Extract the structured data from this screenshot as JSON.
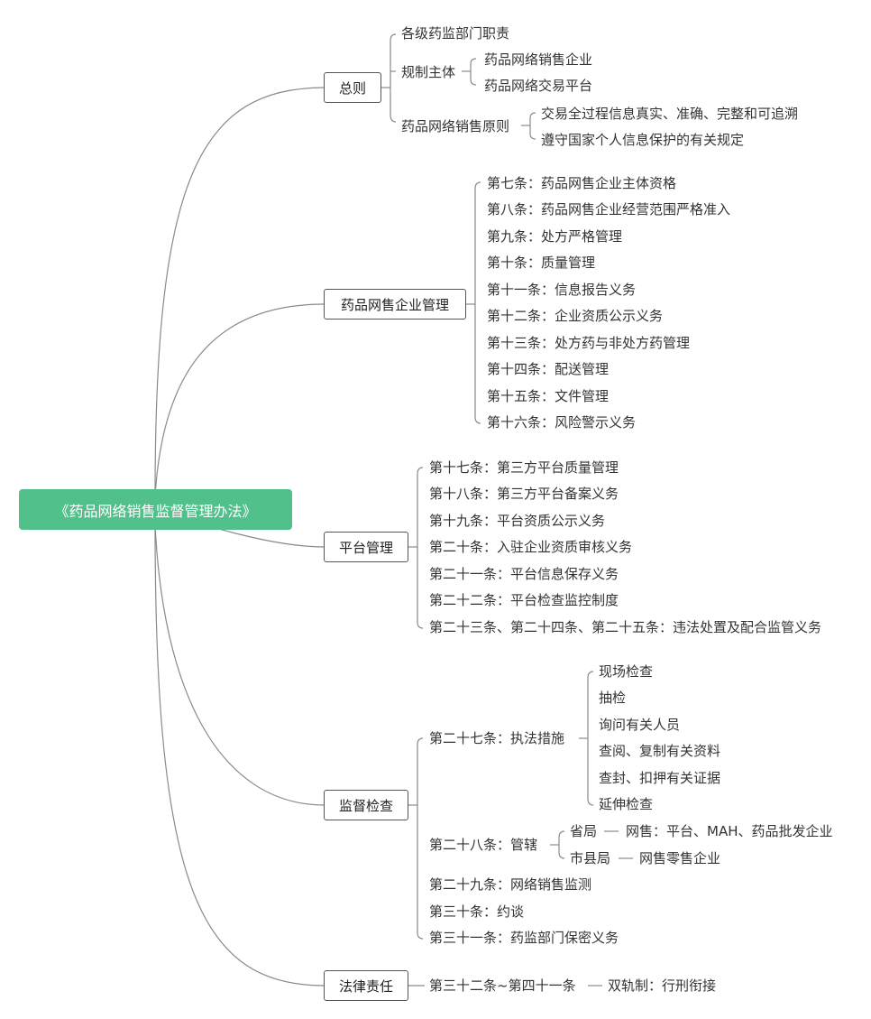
{
  "root": "《药品网络销售监督管理办法》",
  "zongze": {
    "label": "总则",
    "i1": "各级药监部门职责",
    "i2": "规制主体",
    "i2a": "药品网络销售企业",
    "i2b": "药品网络交易平台",
    "i3": "药品网络销售原则",
    "i3a": "交易全过程信息真实、准确、完整和可追溯",
    "i3b": "遵守国家个人信息保护的有关规定"
  },
  "qiye": {
    "label": "药品网售企业管理",
    "items": [
      "第七条：药品网售企业主体资格",
      "第八条：药品网售企业经营范围严格准入",
      "第九条：处方严格管理",
      "第十条：质量管理",
      "第十一条：信息报告义务",
      "第十二条：企业资质公示义务",
      "第十三条：处方药与非处方药管理",
      "第十四条：配送管理",
      "第十五条：文件管理",
      "第十六条：风险警示义务"
    ]
  },
  "pingtai": {
    "label": "平台管理",
    "items": [
      "第十七条：第三方平台质量管理",
      "第十八条：第三方平台备案义务",
      "第十九条：平台资质公示义务",
      "第二十条：入驻企业资质审核义务",
      "第二十一条：平台信息保存义务",
      "第二十二条：平台检查监控制度",
      "第二十三条、第二十四条、第二十五条：违法处置及配合监管义务"
    ]
  },
  "jiandu": {
    "label": "监督检查",
    "a27": "第二十七条：执法措施",
    "a27items": [
      "现场检查",
      "抽检",
      "询问有关人员",
      "查阅、复制有关资料",
      "查封、扣押有关证据",
      "延伸检查"
    ],
    "a28": "第二十八条：管辖",
    "sheng": "省局",
    "sheng_detail": "网售：平台、MAH、药品批发企业",
    "shixian": "市县局",
    "shixian_detail": "网售零售企业",
    "a29": "第二十九条：网络销售监测",
    "a30": "第三十条：约谈",
    "a31": "第三十一条：药监部门保密义务"
  },
  "falv": {
    "label": "法律责任",
    "item": "第三十二条~第四十一条",
    "detail": "双轨制：行刑衔接"
  }
}
